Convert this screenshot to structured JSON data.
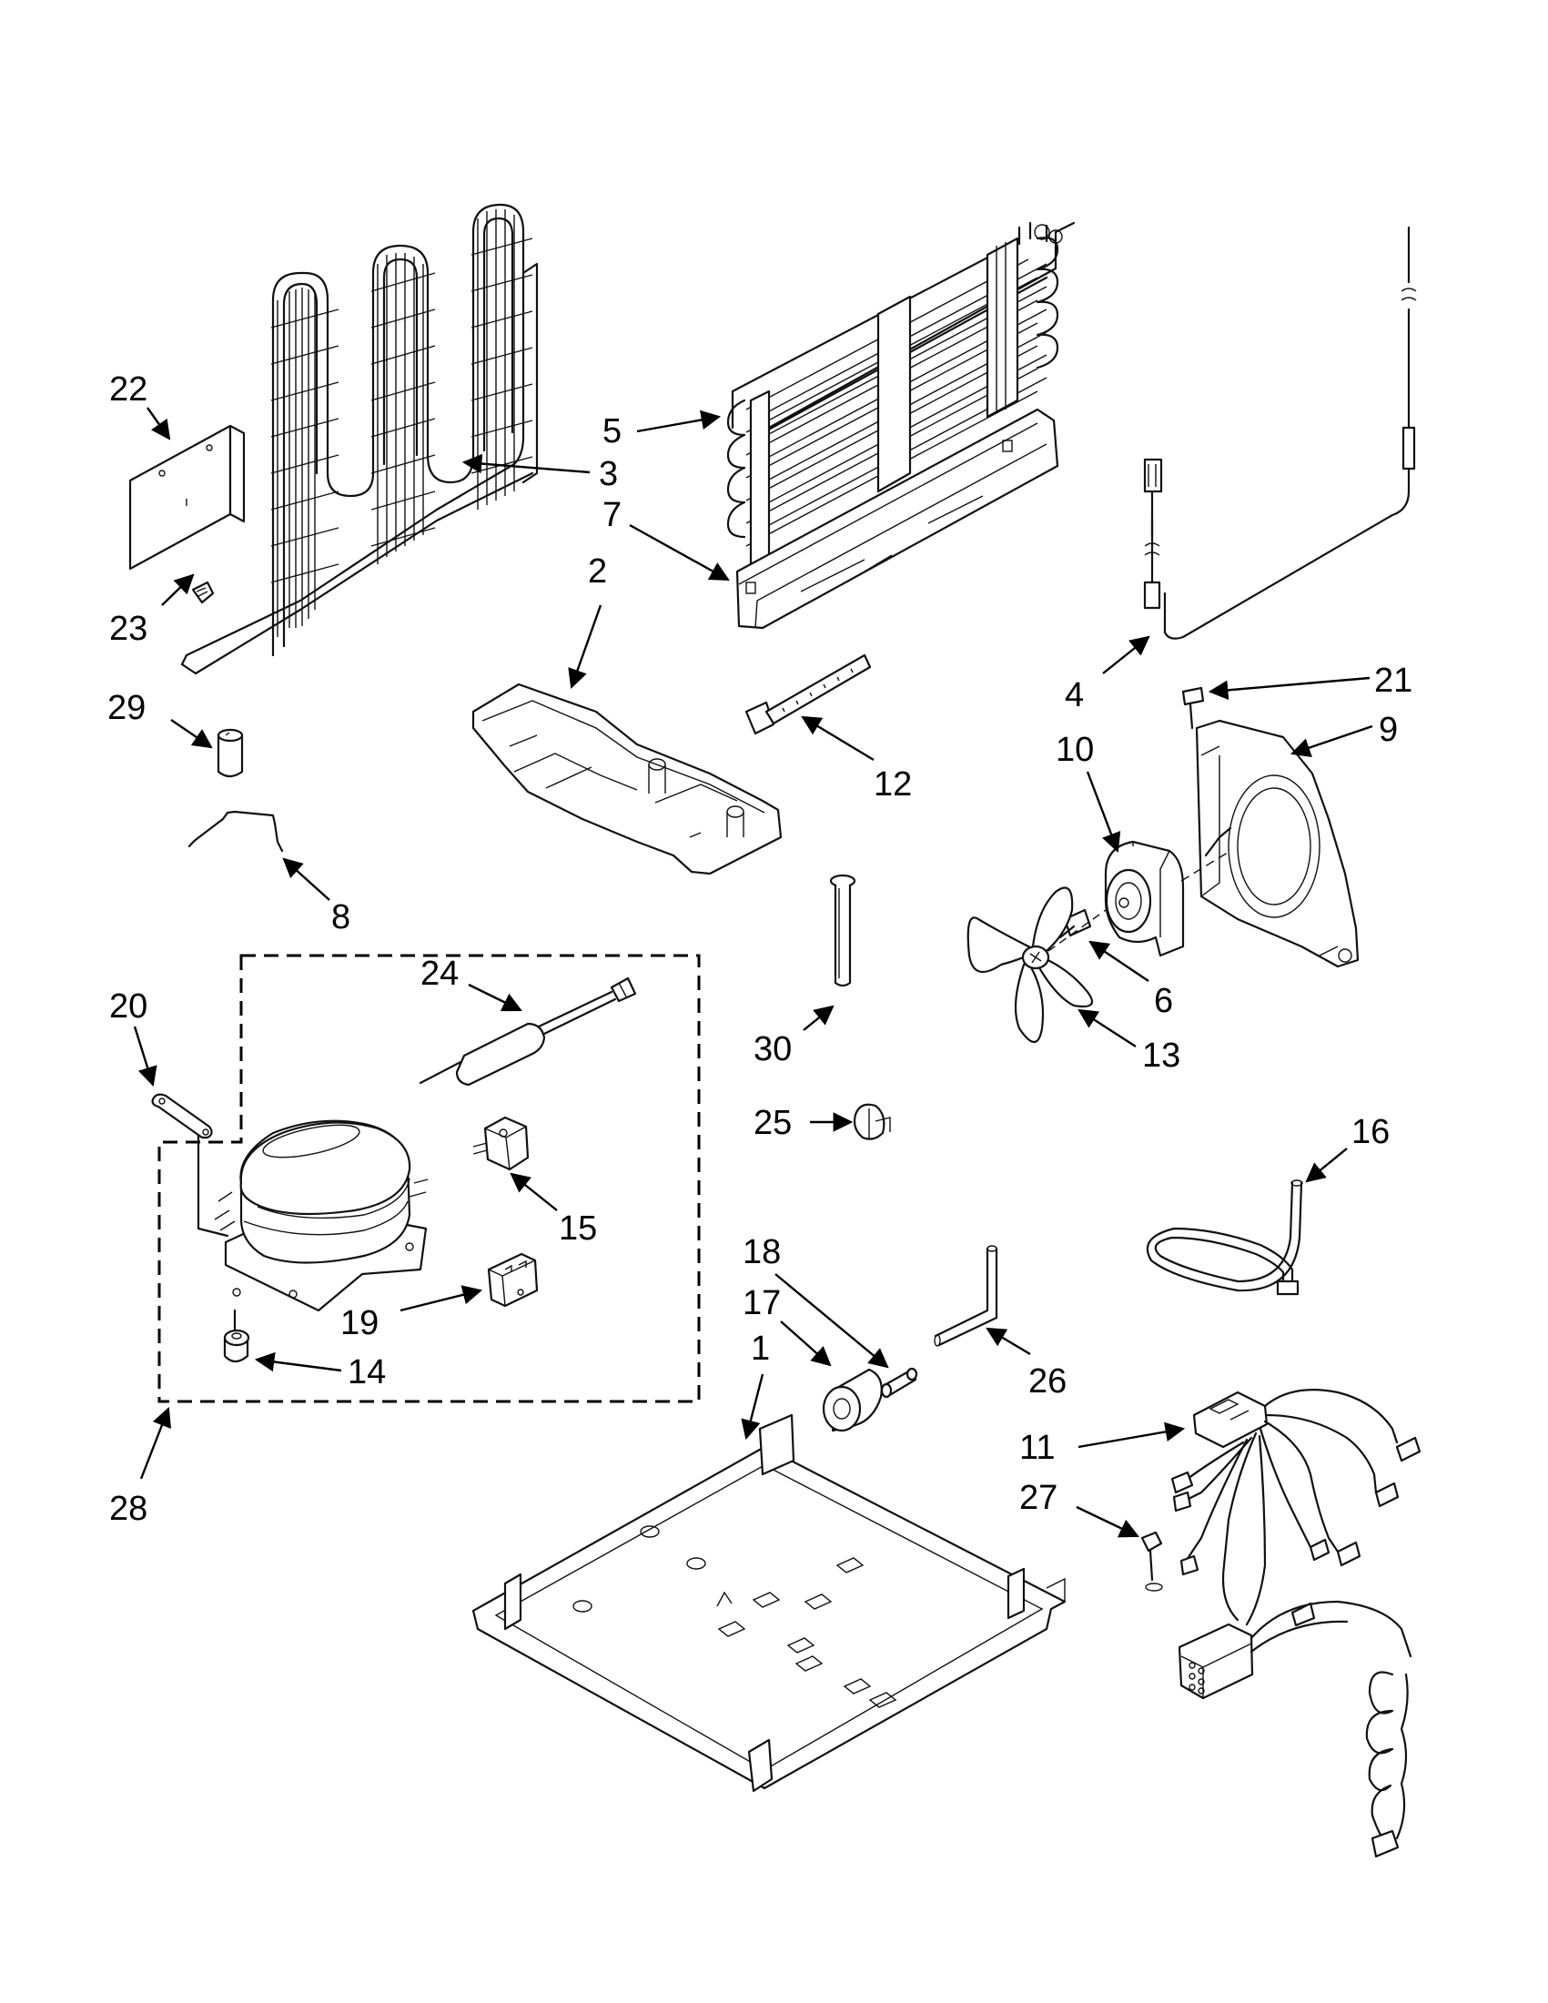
{
  "diagram": {
    "callouts": {
      "c1": "1",
      "c2": "2",
      "c3": "3",
      "c4": "4",
      "c5": "5",
      "c6": "6",
      "c7": "7",
      "c8": "8",
      "c9": "9",
      "c10": "10",
      "c11": "11",
      "c12": "12",
      "c13": "13",
      "c14": "14",
      "c15": "15",
      "c16": "16",
      "c17": "17",
      "c18": "18",
      "c19": "19",
      "c20": "20",
      "c21": "21",
      "c22": "22",
      "c23": "23",
      "c24": "24",
      "c25": "25",
      "c26": "26",
      "c27": "27",
      "c28": "28",
      "c29": "29",
      "c30": "30"
    }
  }
}
